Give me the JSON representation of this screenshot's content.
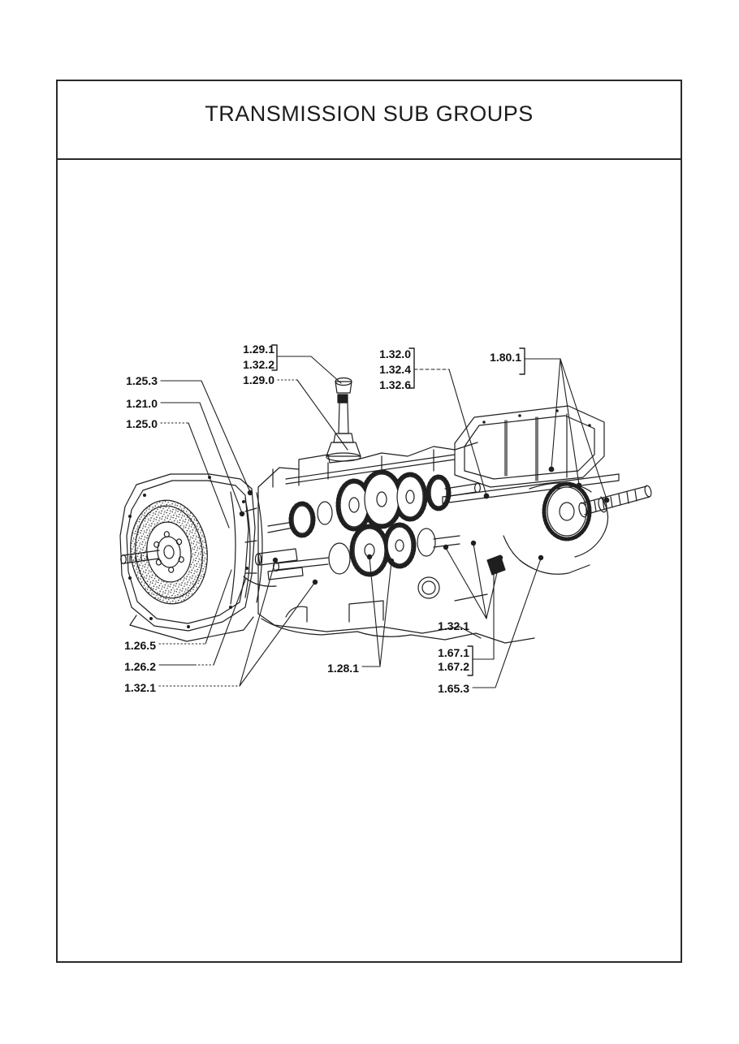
{
  "page": {
    "title": "TRANSMISSION SUB GROUPS"
  },
  "colors": {
    "ink": "#1f1f1f",
    "paper": "#ffffff"
  },
  "callouts": {
    "gear_lever_group": {
      "l1": "1.29.1",
      "l2": "1.32.2",
      "l3": "1.29.0"
    },
    "shift_rail_group": {
      "l1": "1.32.0",
      "l2": "1.32.4",
      "l3": "1.32.6"
    },
    "rear_housing_group": {
      "l1": "1.80.1"
    },
    "clutch_group": {
      "l1": "1.25.3",
      "l2": "1.21.0",
      "l3": "1.25.0"
    },
    "clutch_lower_group": {
      "l1": "1.26.5",
      "l2": "1.26.2",
      "l3": "1.32.1"
    },
    "gear_train_group": {
      "l1": "1.28.1"
    },
    "selector_group": {
      "l1": "1.32.1"
    },
    "hydraulic_group": {
      "l1": "1.67.1",
      "l2": "1.67.2"
    },
    "pto_group": {
      "l1": "1.65.3"
    }
  }
}
